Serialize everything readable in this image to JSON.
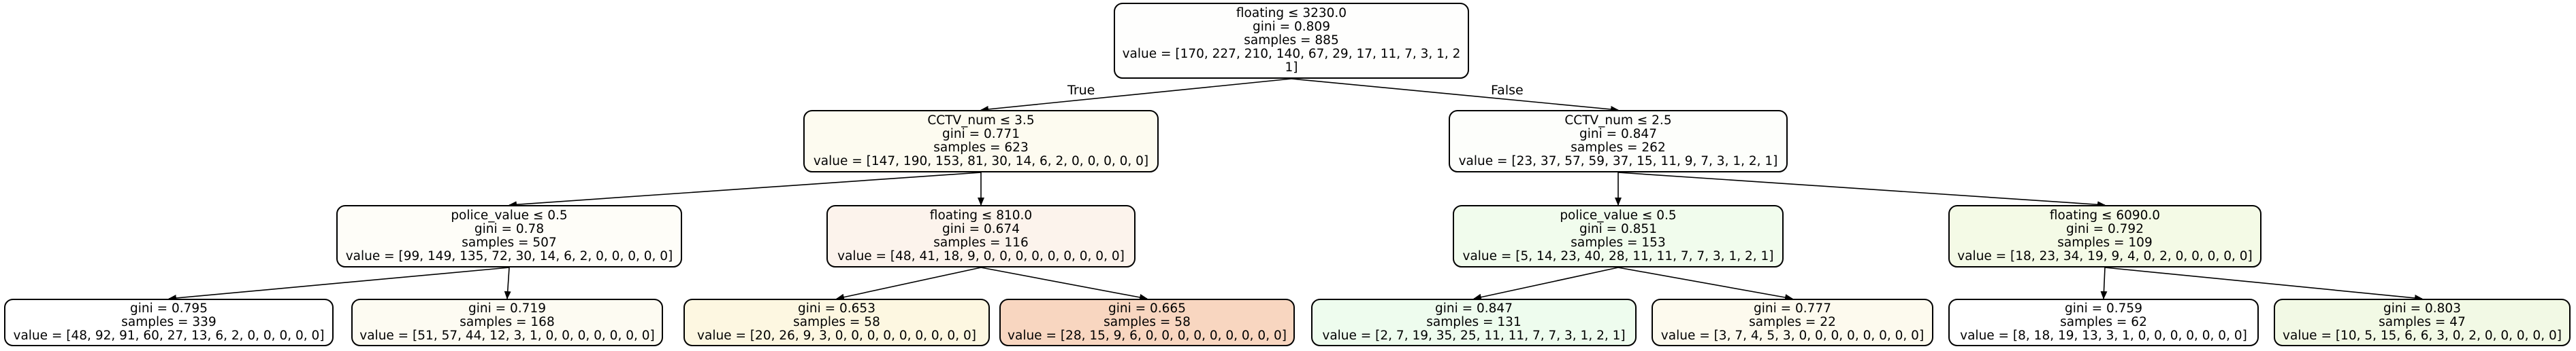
{
  "tree": {
    "edge_labels": {
      "true": "True",
      "false": "False"
    },
    "nodes": {
      "root": {
        "fill": "#fefefd",
        "lines": [
          "floating ≤ 3230.0",
          "gini = 0.809",
          "samples = 885",
          "value = [170, 227, 210, 140, 67, 29, 17, 11, 7, 3, 1, 2",
          "1]"
        ]
      },
      "l1": {
        "fill": "#fdfbf0",
        "lines": [
          "CCTV_num ≤ 3.5",
          "gini = 0.771",
          "samples = 623",
          "value = [147, 190, 153, 81, 30, 14, 6, 2, 0, 0, 0, 0, 0]"
        ]
      },
      "r1": {
        "fill": "#fdfefb",
        "lines": [
          "CCTV_num ≤ 2.5",
          "gini = 0.847",
          "samples = 262",
          "value = [23, 37, 57, 59, 37, 15, 11, 9, 7, 3, 1, 2, 1]"
        ]
      },
      "ll": {
        "fill": "#fefdf8",
        "lines": [
          "police_value ≤ 0.5",
          "gini = 0.78",
          "samples = 507",
          "value = [99, 149, 135, 72, 30, 14, 6, 2, 0, 0, 0, 0, 0]"
        ]
      },
      "lr": {
        "fill": "#fcf3ec",
        "lines": [
          "floating ≤ 810.0",
          "gini = 0.674",
          "samples = 116",
          "value = [48, 41, 18, 9, 0, 0, 0, 0, 0, 0, 0, 0, 0]"
        ]
      },
      "rl": {
        "fill": "#f1fced",
        "lines": [
          "police_value ≤ 0.5",
          "gini = 0.851",
          "samples = 153",
          "value = [5, 14, 23, 40, 28, 11, 11, 7, 7, 3, 1, 2, 1]"
        ]
      },
      "rr": {
        "fill": "#f4fae6",
        "lines": [
          "floating ≤ 6090.0",
          "gini = 0.792",
          "samples = 109",
          "value = [18, 23, 34, 19, 9, 4, 0, 2, 0, 0, 0, 0, 0]"
        ]
      },
      "lll": {
        "fill": "#ffffff",
        "lines": [
          "gini = 0.795",
          "samples = 339",
          "value = [48, 92, 91, 60, 27, 13, 6, 2, 0, 0, 0, 0, 0]"
        ]
      },
      "llr": {
        "fill": "#fdfbf2",
        "lines": [
          "gini = 0.719",
          "samples = 168",
          "value = [51, 57, 44, 12, 3, 1, 0, 0, 0, 0, 0, 0, 0]"
        ]
      },
      "lrl": {
        "fill": "#fdf7e1",
        "lines": [
          "gini = 0.653",
          "samples = 58",
          "value = [20, 26, 9, 3, 0, 0, 0, 0, 0, 0, 0, 0, 0]"
        ]
      },
      "lrr": {
        "fill": "#f8d6c0",
        "lines": [
          "gini = 0.665",
          "samples = 58",
          "value = [28, 15, 9, 6, 0, 0, 0, 0, 0, 0, 0, 0, 0]"
        ]
      },
      "rll": {
        "fill": "#eefcee",
        "lines": [
          "gini = 0.847",
          "samples = 131",
          "value = [2, 7, 19, 35, 25, 11, 11, 7, 7, 3, 1, 2, 1]"
        ]
      },
      "rlr": {
        "fill": "#fdfaee",
        "lines": [
          "gini = 0.777",
          "samples = 22",
          "value = [3, 7, 4, 5, 3, 0, 0, 0, 0, 0, 0, 0, 0]"
        ]
      },
      "rrl": {
        "fill": "#ffffff",
        "lines": [
          "gini = 0.759",
          "samples = 62",
          "value = [8, 18, 19, 13, 3, 1, 0, 0, 0, 0, 0, 0, 0]"
        ]
      },
      "rrr": {
        "fill": "#f2f9e5",
        "lines": [
          "gini = 0.803",
          "samples = 47",
          "value = [10, 5, 15, 6, 6, 3, 0, 2, 0, 0, 0, 0, 0]"
        ]
      }
    }
  }
}
